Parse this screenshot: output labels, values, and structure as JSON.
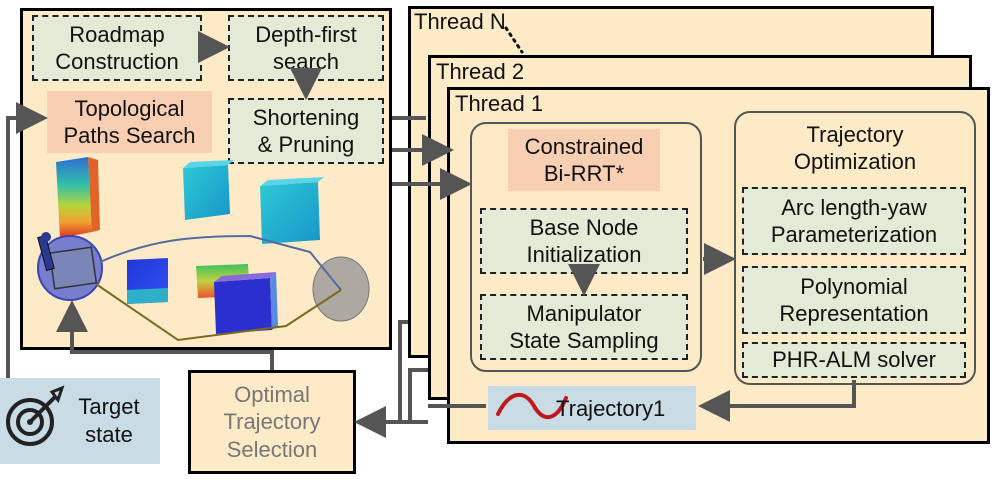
{
  "left_panel": {
    "roadmap": "Roadmap\nConstruction",
    "dfs": "Depth-first\nsearch",
    "shortening": "Shortening\n& Pruning",
    "topological": "Topological\nPaths Search"
  },
  "threads": {
    "thread_n": "Thread N",
    "thread_2": "Thread 2",
    "thread_1": "Thread 1"
  },
  "rrt": {
    "title": "Constrained\nBi-RRT*",
    "base_node": "Base Node\nInitialization",
    "manipulator": "Manipulator\nState Sampling"
  },
  "optimization": {
    "title": "Trajectory\nOptimization",
    "arc_length": "Arc length-yaw\nParameterization",
    "polynomial": "Polynomial\nRepresentation",
    "solver": "PHR-ALM solver"
  },
  "trajectory_label": "Trajectory1",
  "optimal_selection": "Optimal\nTrajectory\nSelection",
  "target": "Target\nstate",
  "colors": {
    "panel_bg": "#fdebc8",
    "green_box": "#e3ebd6",
    "salmon": "#f9cfb4",
    "target_bg": "#c9dbe4",
    "traj_bg": "#c9dbe4",
    "arrow": "#555555"
  }
}
